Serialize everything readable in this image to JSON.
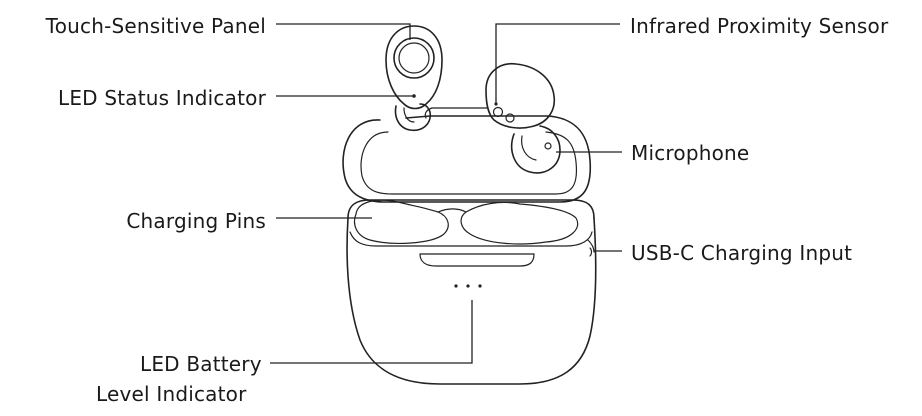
{
  "labels": {
    "touch_panel": "Touch-Sensitive Panel",
    "led_status": "LED Status Indicator",
    "charging_pins": "Charging Pins",
    "led_battery_line1": "LED Battery",
    "led_battery_line2": "Level Indicator",
    "proximity_sensor": "Infrared Proximity Sensor",
    "microphone": "Microphone",
    "usbc_input": "USB-C Charging Input"
  },
  "colors": {
    "ink": "#222222",
    "background": "#ffffff"
  }
}
